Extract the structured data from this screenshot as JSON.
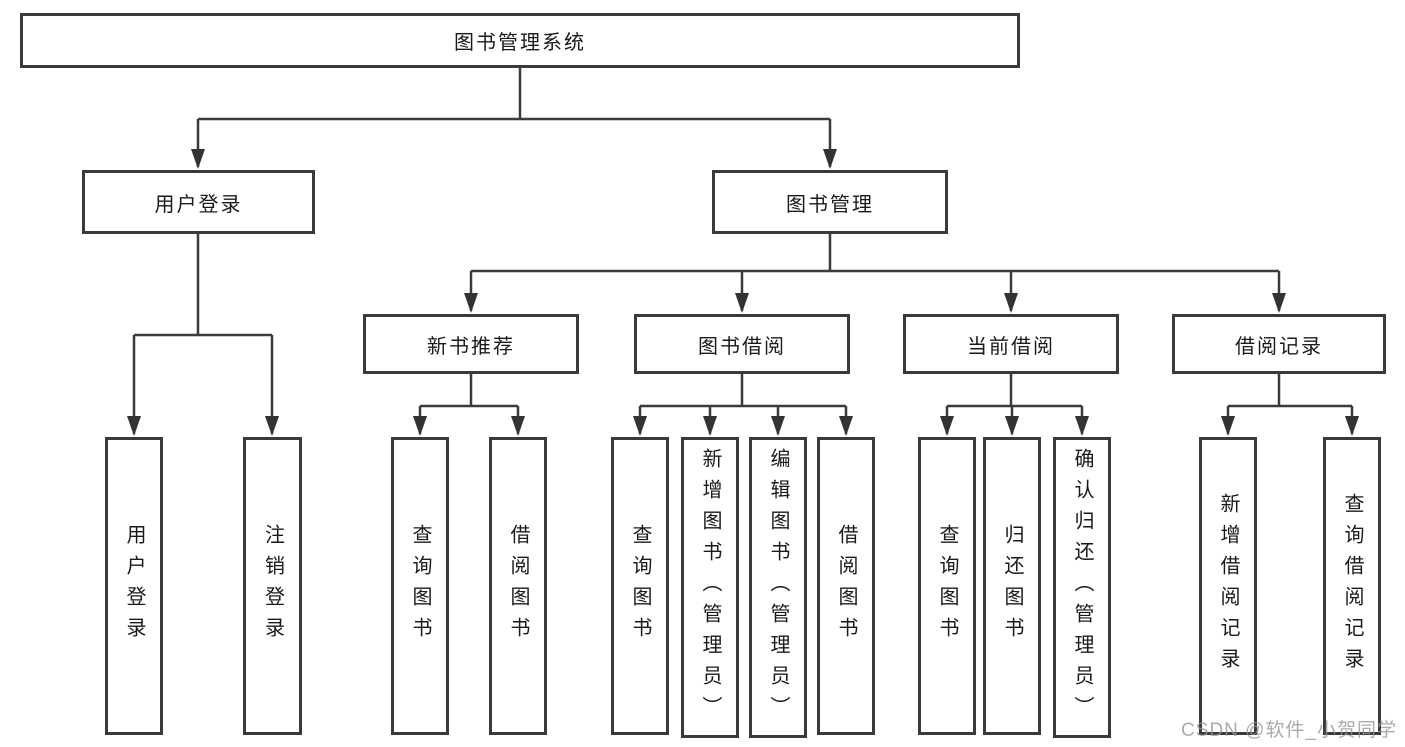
{
  "diagram": {
    "root": "图书管理系统",
    "level2": [
      "用户登录",
      "图书管理"
    ],
    "level3": [
      "新书推荐",
      "图书借阅",
      "当前借阅",
      "借阅记录"
    ],
    "leaves": {
      "user_login_children": [
        "用户登录",
        "注销登录"
      ],
      "new_book_children": [
        "查询图书",
        "借阅图书"
      ],
      "book_borrow_children": [
        "查询图书",
        "新增图书（管理员）",
        "编辑图书（管理员）",
        "借阅图书"
      ],
      "current_borrow_children": [
        "查询图书",
        "归还图书",
        "确认归还（管理员）"
      ],
      "record_children": [
        "新增借阅记录",
        "查询借阅记录"
      ]
    },
    "watermark": "CSDN @软件_小贺同学",
    "colors": {
      "line": "#3a3a3a",
      "text": "#1a1a1a",
      "box_background": "#ffffff",
      "watermark": "#969696"
    }
  }
}
